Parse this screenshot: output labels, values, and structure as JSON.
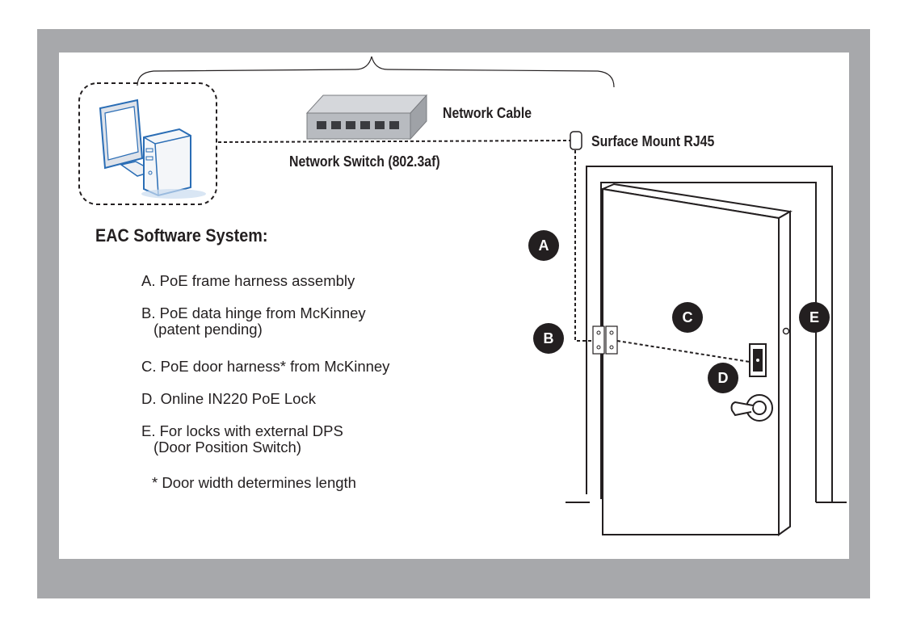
{
  "callouts": {
    "network_cable": "Network Cable",
    "surface_mount": "Surface Mount RJ45",
    "network_switch": "Network Switch (802.3af)"
  },
  "heading": "EAC Software System:",
  "items": [
    {
      "line1": "A. PoE frame harness assembly",
      "line2": ""
    },
    {
      "line1": "B. PoE data hinge from McKinney",
      "line2": "(patent pending)"
    },
    {
      "line1": "C. PoE door harness* from McKinney",
      "line2": ""
    },
    {
      "line1": "D. Online IN220 PoE Lock",
      "line2": ""
    },
    {
      "line1": "E. For locks with external DPS",
      "line2": "(Door Position Switch)"
    }
  ],
  "footnote": "* Door width determines length",
  "badges": {
    "a": "A",
    "b": "B",
    "c": "C",
    "d": "D",
    "e": "E"
  },
  "colors": {
    "frame": "#a7a8ab",
    "ink": "#231f20",
    "computer_blue": "#2a6db5"
  }
}
